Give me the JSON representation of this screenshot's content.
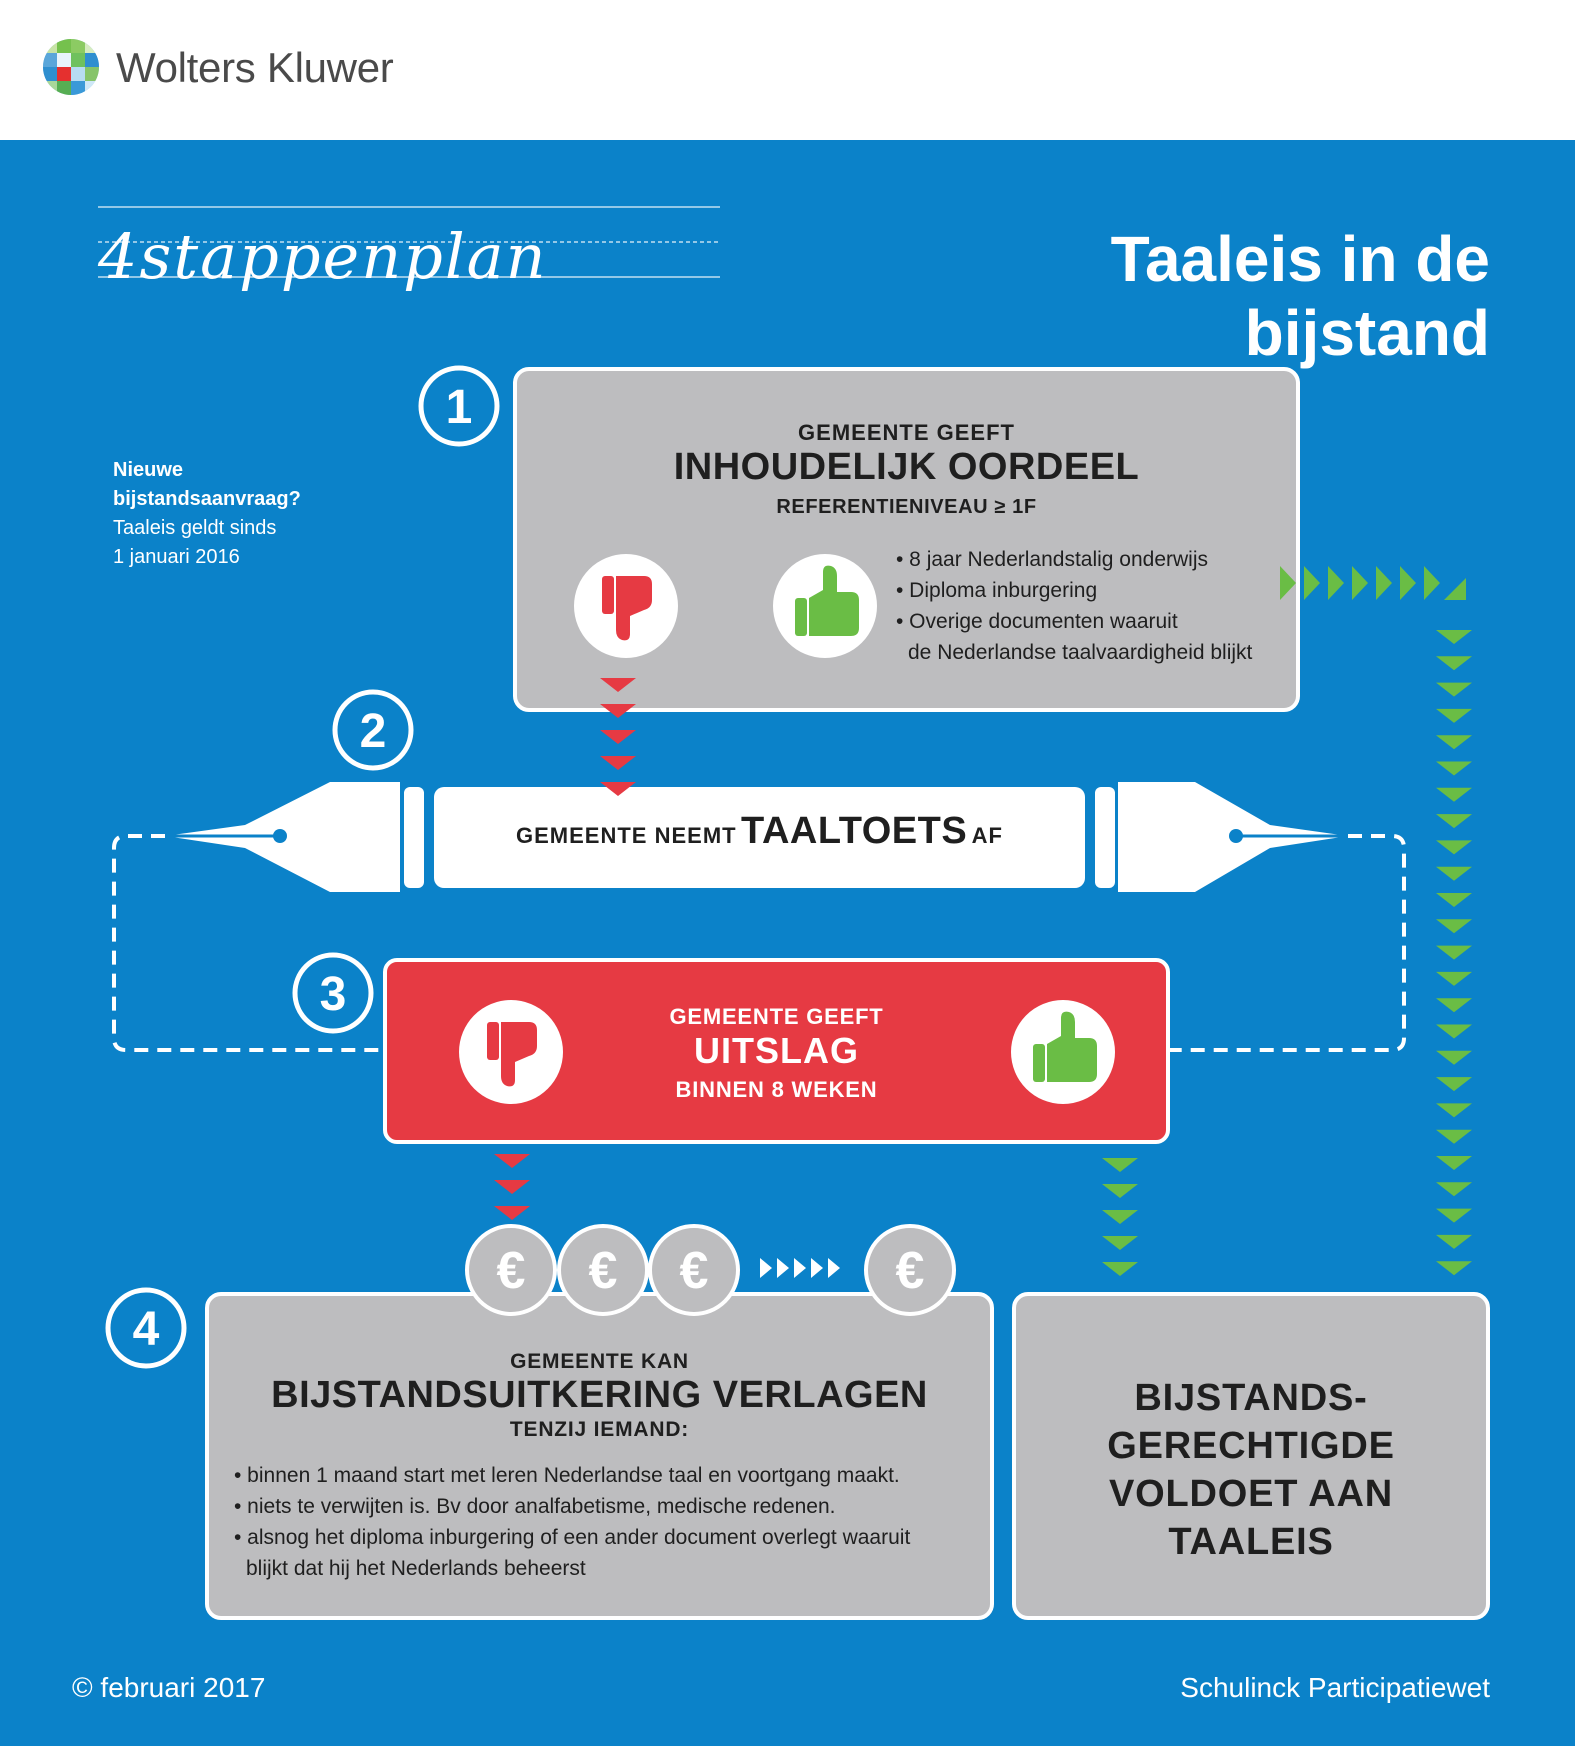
{
  "brand": {
    "name": "Wolters Kluwer"
  },
  "header": {
    "script_title": "4stappenplan",
    "title": "Taaleis in de bijstand"
  },
  "sidenote": {
    "line1": "Nieuwe",
    "line2": "bijstandsaanvraag?",
    "line3": "Taaleis geldt sinds",
    "line4": "1 januari 2016"
  },
  "steps": {
    "s1": "1",
    "s2": "2",
    "s3": "3",
    "s4": "4"
  },
  "step1": {
    "lead": "GEMEENTE GEEFT",
    "heading": "INHOUDELIJK OORDEEL",
    "sub": "REFERENTIENIVEAU ≥ 1F",
    "bullets": [
      "• 8 jaar Nederlandstalig onderwijs",
      "• Diploma inburgering",
      "• Overige documenten waaruit",
      "de Nederlandse taalvaardigheid blijkt"
    ]
  },
  "step2": {
    "lead": "GEMEENTE NEEMT",
    "heading": "TAALTOETS",
    "tail": "AF"
  },
  "step3": {
    "lead": "GEMEENTE GEEFT",
    "heading": "UITSLAG",
    "sub": "BINNEN 8 WEKEN"
  },
  "step4": {
    "lead": "GEMEENTE KAN",
    "heading": "BIJSTANDSUITKERING VERLAGEN",
    "sub": "TENZIJ IEMAND:",
    "bullets": [
      "• binnen 1 maand start met leren Nederlandse taal en voortgang maakt.",
      "• niets te verwijten is. Bv door analfabetisme, medische redenen.",
      "• alsnog het diploma inburgering of een ander document overlegt waaruit",
      "blijkt dat hij het Nederlands beheerst"
    ]
  },
  "result": {
    "line1": "BIJSTANDS-",
    "line2": "GERECHTIGDE",
    "line3": "VOLDOET AAN",
    "line4": "TAALEIS"
  },
  "euro": {
    "symbol": "€"
  },
  "footer": {
    "left": "© februari 2017",
    "right": "Schulinck Participatiewet"
  },
  "colors": {
    "background": "#0b82c9",
    "red": "#e63a43",
    "green": "#6abd45",
    "grey": "#bdbdbf",
    "white": "#ffffff"
  },
  "icons": [
    "logo-mark",
    "thumbs-down-icon",
    "thumbs-up-icon",
    "pen-nib-icon",
    "euro-coin-icon",
    "arrow-down-icon",
    "arrow-right-icon"
  ]
}
